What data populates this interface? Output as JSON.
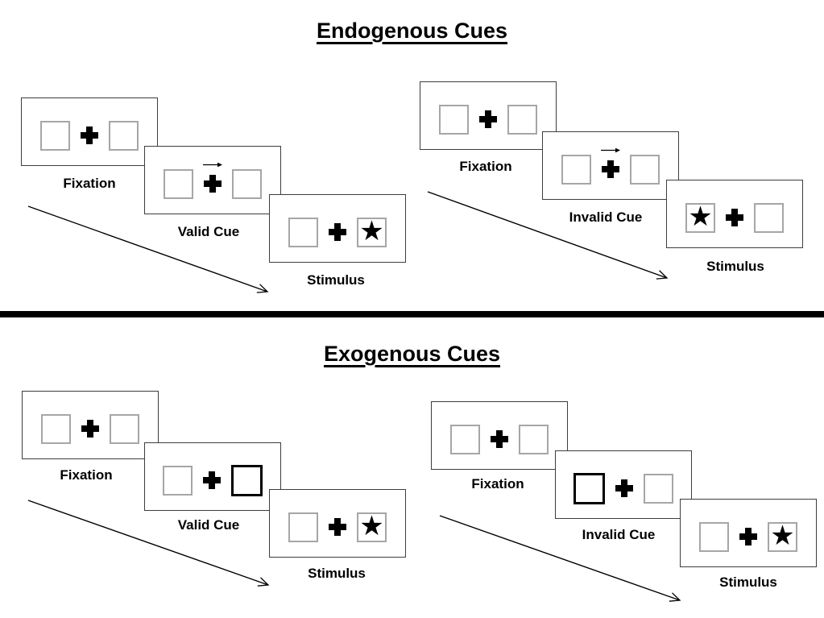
{
  "sections": [
    {
      "title": "Endogenous Cues",
      "groups": [
        {
          "condition": "Valid",
          "steps": [
            {
              "label": "Fixation"
            },
            {
              "label": "Valid Cue"
            },
            {
              "label": "Stimulus"
            }
          ]
        },
        {
          "condition": "Invalid",
          "steps": [
            {
              "label": "Fixation"
            },
            {
              "label": "Invalid Cue"
            },
            {
              "label": "Stimulus"
            }
          ]
        }
      ]
    },
    {
      "title": "Exogenous Cues",
      "groups": [
        {
          "condition": "Valid",
          "steps": [
            {
              "label": "Fixation"
            },
            {
              "label": "Valid Cue"
            },
            {
              "label": "Stimulus"
            }
          ]
        },
        {
          "condition": "Invalid",
          "steps": [
            {
              "label": "Fixation"
            },
            {
              "label": "Invalid Cue"
            },
            {
              "label": "Stimulus"
            }
          ]
        }
      ]
    }
  ],
  "icons": {
    "star": "★",
    "fixation_cross": "plus",
    "endogenous_cue": "right-arrow",
    "exogenous_cue": "thick-border-box"
  },
  "colors": {
    "ink": "#000000",
    "panel_border": "#3d3d3d",
    "box_border": "#a6a6a6",
    "background": "#ffffff"
  }
}
